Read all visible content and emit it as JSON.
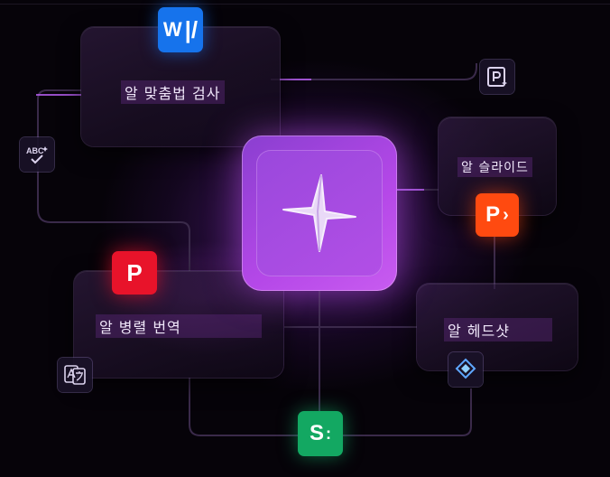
{
  "features": {
    "spellcheck": {
      "label": "알 맞춤법 검사"
    },
    "slide": {
      "label": "알 슬라이드"
    },
    "translate": {
      "label": "알 병렬 번역"
    },
    "headshot": {
      "label": "알 헤드샷"
    }
  },
  "apps": {
    "word": {
      "glyph": "W",
      "color": "#1673ec"
    },
    "ppt_red": {
      "glyph": "P",
      "color": "#e8132a"
    },
    "ppt_orange": {
      "glyph": "P",
      "color": "#ff4a10"
    },
    "sheets": {
      "glyph": "S",
      "color": "#13a862"
    }
  },
  "tiles": {
    "abc": {
      "text": "ABC"
    }
  }
}
